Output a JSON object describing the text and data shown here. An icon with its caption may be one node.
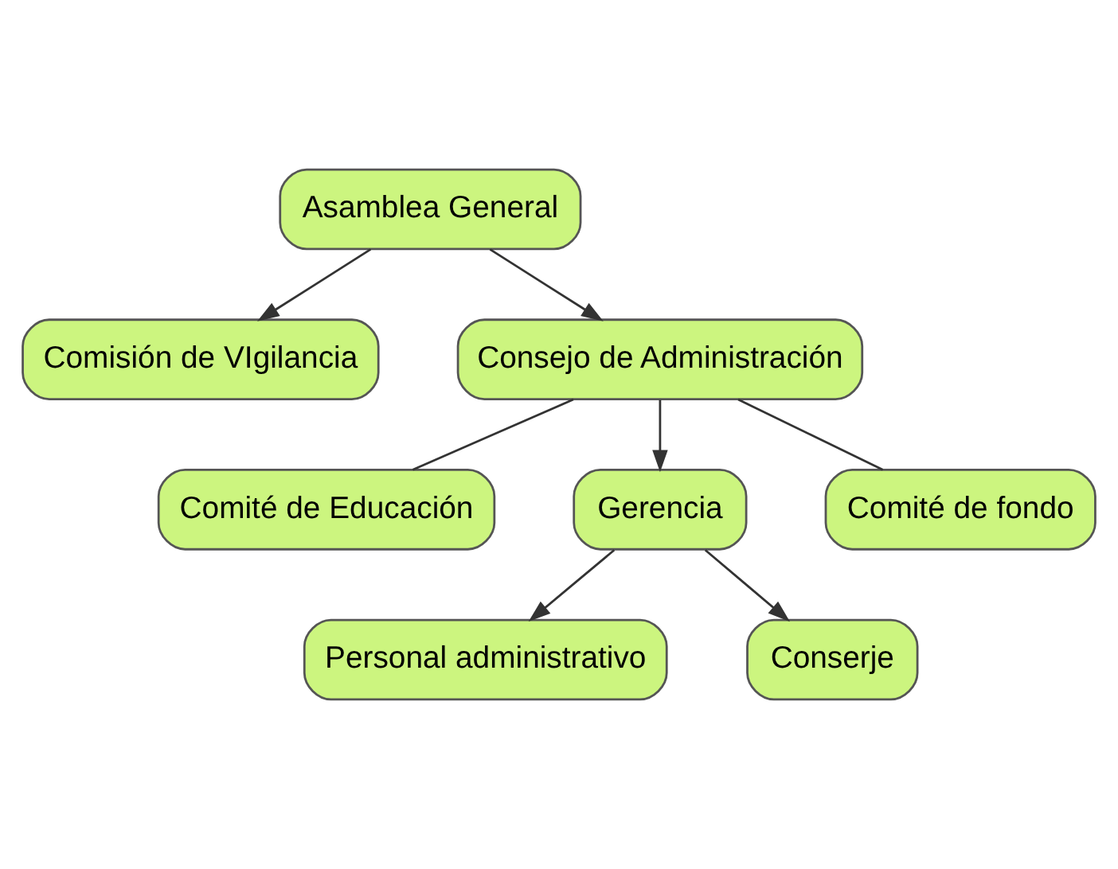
{
  "diagram": {
    "nodes": [
      {
        "text": [
          "Asamblea General"
        ]
      },
      {
        "text": [
          "Comisión de VIgilancia"
        ]
      },
      {
        "text": [
          "Consejo de Administración"
        ]
      },
      {
        "text": [
          "Comité de Educación"
        ]
      },
      {
        "text": [
          "Gerencia"
        ]
      },
      {
        "text": [
          "Comité de fondo"
        ]
      },
      {
        "text": [
          "Personal administrativo"
        ]
      },
      {
        "text": [
          "Conserje"
        ]
      }
    ],
    "edges": [
      {
        "from": 0,
        "to": 2,
        "arrow": "to"
      },
      {
        "from": 0,
        "to": 1,
        "arrow": "to"
      },
      {
        "from": 2,
        "to": 4,
        "arrow": "to"
      },
      {
        "from": 2,
        "to": 3,
        "arrow": "none"
      },
      {
        "from": 2,
        "to": 5,
        "arrow": "none"
      },
      {
        "from": 4,
        "to": 6,
        "arrow": "to"
      },
      {
        "from": 4,
        "to": 7,
        "arrow": "to"
      }
    ]
  }
}
